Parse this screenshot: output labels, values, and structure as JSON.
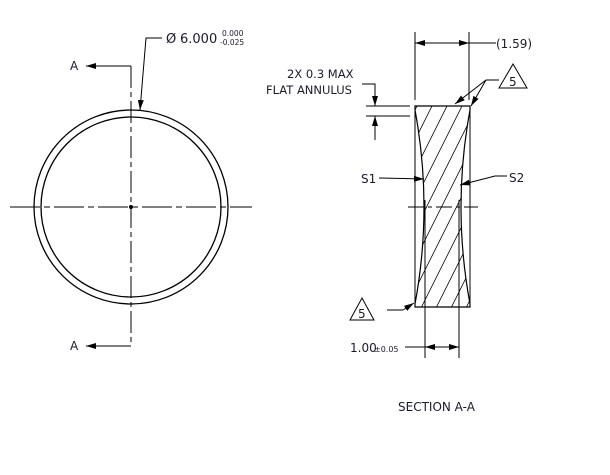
{
  "front_view": {
    "section_label_top": "A",
    "section_label_bottom": "A",
    "diameter": {
      "symbol": "Ø",
      "value": "6.000",
      "upper_tol": "0.000",
      "lower_tol": "-0.025"
    }
  },
  "section_view": {
    "flat_annulus_line1": "2X 0.3 MAX",
    "flat_annulus_line2": "FLAT ANNULUS",
    "thickness_ref": "(1.59)",
    "surface_1": "S1",
    "surface_2": "S2",
    "note_ref_top": "5",
    "note_ref_bottom": "5",
    "center_thickness_value": "1.00",
    "center_thickness_tol": "±0.05",
    "title": "SECTION A-A"
  },
  "colors": {
    "line": "#000000",
    "text": "#1a1a2e"
  }
}
